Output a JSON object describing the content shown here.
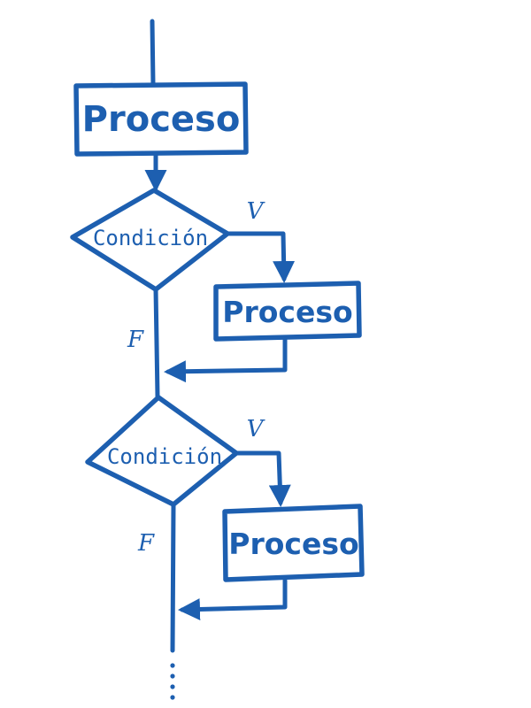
{
  "diagram": {
    "ink_color": "#1d5fb0",
    "top_process": {
      "label": "Proceso"
    },
    "decisions": [
      {
        "condition": "Condición",
        "true_label": "V",
        "false_label": "F",
        "process": {
          "label": "Proceso"
        }
      },
      {
        "condition": "Condición",
        "true_label": "V",
        "false_label": "F",
        "process": {
          "label": "Proceso"
        }
      }
    ],
    "continuation": "ellipsis-vertical"
  }
}
